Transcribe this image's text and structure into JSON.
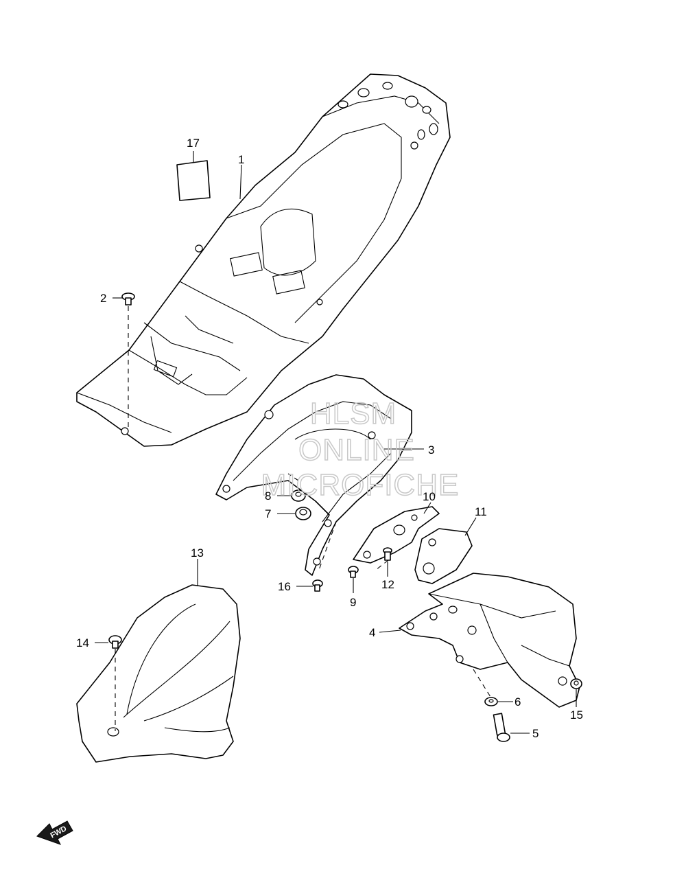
{
  "callouts": {
    "c1": "1",
    "c2": "2",
    "c3": "3",
    "c4": "4",
    "c5": "5",
    "c6": "6",
    "c7": "7",
    "c8": "8",
    "c9": "9",
    "c10": "10",
    "c11": "11",
    "c12": "12",
    "c13": "13",
    "c14": "14",
    "c15": "15",
    "c16": "16",
    "c17": "17"
  },
  "watermark": {
    "line1": "HLSM",
    "line2": "ONLINE",
    "line3": "MICROFICHE"
  },
  "direction_badge": {
    "label": "FWD"
  }
}
